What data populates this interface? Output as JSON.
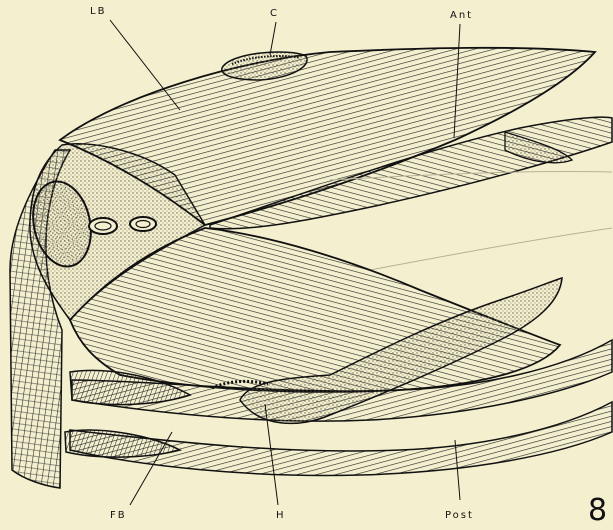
{
  "figure": {
    "number": "8",
    "labels": {
      "lb": "LB",
      "c": "C",
      "ant": "Ant",
      "fb": "FB",
      "h": "H",
      "post": "Post"
    }
  },
  "colors": {
    "background": "#f3efcf",
    "ink": "#111111",
    "stipple": "#8a8670"
  }
}
